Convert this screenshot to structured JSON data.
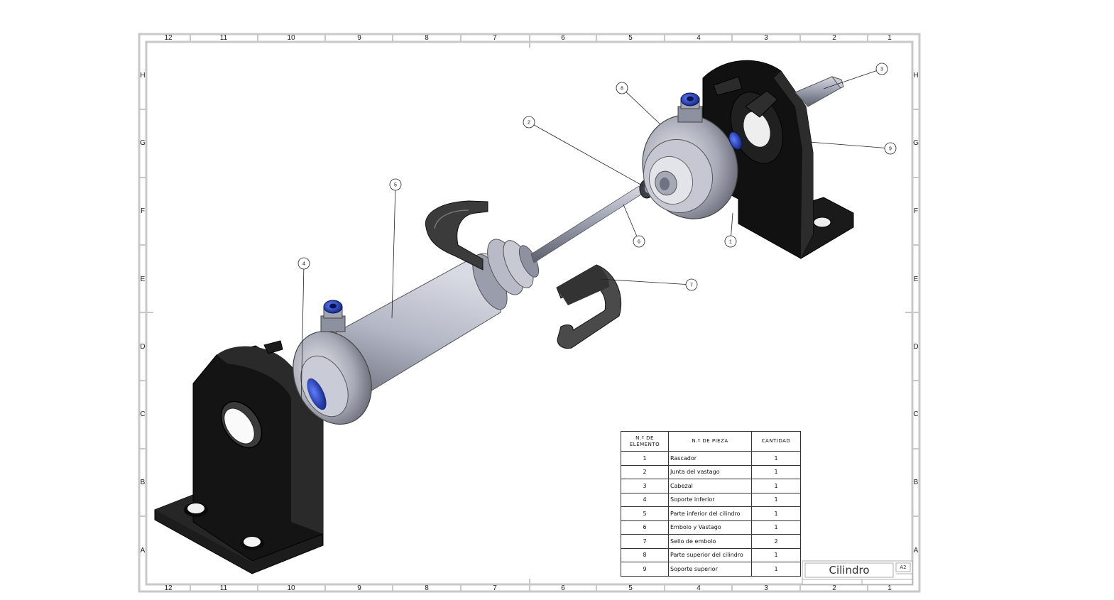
{
  "sheet": {
    "zone_columns": [
      "12",
      "11",
      "10",
      "9",
      "8",
      "7",
      "6",
      "5",
      "4",
      "3",
      "2",
      "1"
    ],
    "zone_rows": [
      "H",
      "G",
      "F",
      "E",
      "D",
      "C",
      "B",
      "A"
    ]
  },
  "balloons": [
    "1",
    "2",
    "3",
    "4",
    "5",
    "6",
    "7",
    "8",
    "9"
  ],
  "bom": {
    "headers": {
      "item": "N.º DE ELEMENTO",
      "part": "N.º DE PIEZA",
      "qty": "CANTIDAD"
    },
    "rows": [
      {
        "item": "1",
        "part": "Rascador",
        "qty": "1"
      },
      {
        "item": "2",
        "part": "Junta del vastago",
        "qty": "1"
      },
      {
        "item": "3",
        "part": "Cabezal",
        "qty": "1"
      },
      {
        "item": "4",
        "part": "Soporte inferior",
        "qty": "1"
      },
      {
        "item": "5",
        "part": "Parte inferior del cilindro",
        "qty": "1"
      },
      {
        "item": "6",
        "part": "Embolo y Vastago",
        "qty": "1"
      },
      {
        "item": "7",
        "part": "Sello de embolo",
        "qty": "2"
      },
      {
        "item": "8",
        "part": "Parte superior del cilindro",
        "qty": "1"
      },
      {
        "item": "9",
        "part": "Soporte superior",
        "qty": "1"
      }
    ]
  },
  "title_block": {
    "name": "Cilindro",
    "size": "A2"
  },
  "colors": {
    "frame": "#c8c8c8",
    "bracket": "#111111",
    "steel": "#a9acb8",
    "fitting": "#1f3fa8"
  }
}
